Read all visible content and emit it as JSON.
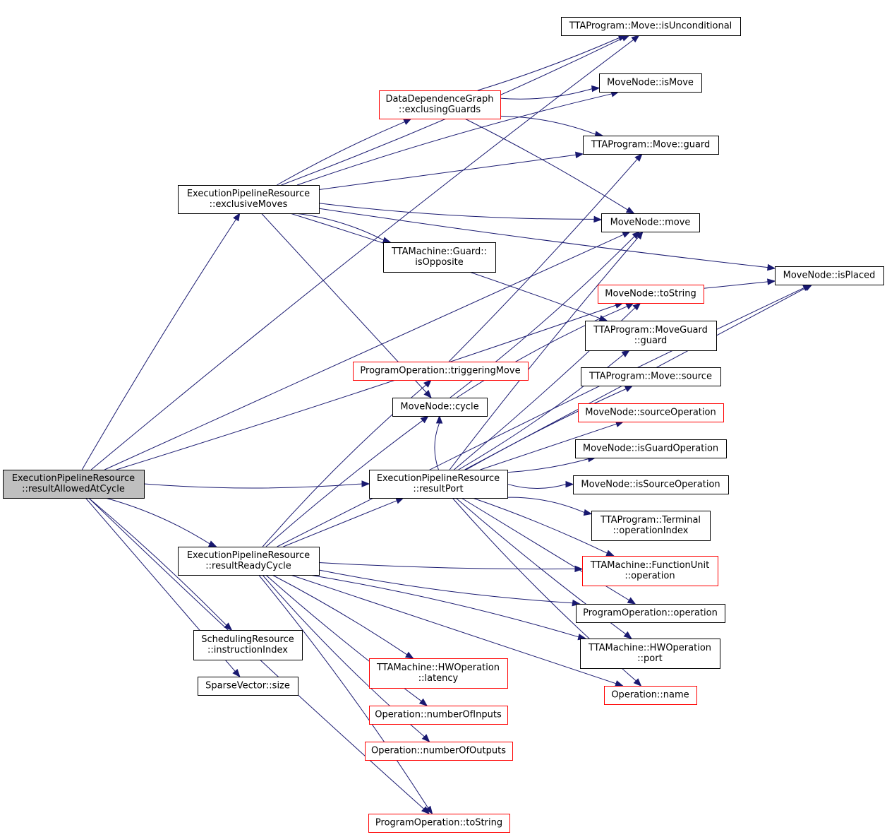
{
  "graph": {
    "colors": {
      "edge": "#191970",
      "root_fill": "#bfbfbf",
      "normal_border": "#000000",
      "truncated_border": "#ff0000"
    },
    "nodes": [
      {
        "id": "root",
        "lines": [
          "ExecutionPipelineResource",
          "::resultAllowedAtCycle"
        ],
        "style": "root"
      },
      {
        "id": "isUnconditional",
        "lines": [
          "TTAProgram::Move::isUnconditional"
        ],
        "style": "normal"
      },
      {
        "id": "isMove",
        "lines": [
          "MoveNode::isMove"
        ],
        "style": "normal"
      },
      {
        "id": "exclusingGuards",
        "lines": [
          "DataDependenceGraph",
          "::exclusingGuards"
        ],
        "style": "truncated"
      },
      {
        "id": "moveGuard",
        "lines": [
          "TTAProgram::Move::guard"
        ],
        "style": "normal"
      },
      {
        "id": "exclusiveMoves",
        "lines": [
          "ExecutionPipelineResource",
          "::exclusiveMoves"
        ],
        "style": "normal"
      },
      {
        "id": "isPlaced",
        "lines": [
          "MoveNode::isPlaced"
        ],
        "style": "normal"
      },
      {
        "id": "mnMove",
        "lines": [
          "MoveNode::move"
        ],
        "style": "normal"
      },
      {
        "id": "isOpposite",
        "lines": [
          "TTAMachine::Guard::",
          "isOpposite"
        ],
        "style": "normal"
      },
      {
        "id": "mnToString",
        "lines": [
          "MoveNode::toString"
        ],
        "style": "truncated"
      },
      {
        "id": "mgGuard",
        "lines": [
          "TTAProgram::MoveGuard",
          "::guard"
        ],
        "style": "normal"
      },
      {
        "id": "triggeringMove",
        "lines": [
          "ProgramOperation::triggeringMove"
        ],
        "style": "truncated"
      },
      {
        "id": "moveSource",
        "lines": [
          "TTAProgram::Move::source"
        ],
        "style": "normal"
      },
      {
        "id": "mnCycle",
        "lines": [
          "MoveNode::cycle"
        ],
        "style": "normal"
      },
      {
        "id": "sourceOperation",
        "lines": [
          "MoveNode::sourceOperation"
        ],
        "style": "truncated"
      },
      {
        "id": "isGuardOperation",
        "lines": [
          "MoveNode::isGuardOperation"
        ],
        "style": "normal"
      },
      {
        "id": "resultPort",
        "lines": [
          "ExecutionPipelineResource",
          "::resultPort"
        ],
        "style": "normal"
      },
      {
        "id": "isSourceOperation",
        "lines": [
          "MoveNode::isSourceOperation"
        ],
        "style": "normal"
      },
      {
        "id": "operationIndex",
        "lines": [
          "TTAProgram::Terminal",
          "::operationIndex"
        ],
        "style": "normal"
      },
      {
        "id": "resultReadyCycle",
        "lines": [
          "ExecutionPipelineResource",
          "::resultReadyCycle"
        ],
        "style": "normal"
      },
      {
        "id": "fuOperation",
        "lines": [
          "TTAMachine::FunctionUnit",
          "::operation"
        ],
        "style": "truncated"
      },
      {
        "id": "poOperation",
        "lines": [
          "ProgramOperation::operation"
        ],
        "style": "normal"
      },
      {
        "id": "hwPort",
        "lines": [
          "TTAMachine::HWOperation",
          "::port"
        ],
        "style": "normal"
      },
      {
        "id": "instructionIndex",
        "lines": [
          "SchedulingResource",
          "::instructionIndex"
        ],
        "style": "normal"
      },
      {
        "id": "hwLatency",
        "lines": [
          "TTAMachine::HWOperation",
          "::latency"
        ],
        "style": "truncated"
      },
      {
        "id": "svSize",
        "lines": [
          "SparseVector::size"
        ],
        "style": "normal"
      },
      {
        "id": "opName",
        "lines": [
          "Operation::name"
        ],
        "style": "truncated"
      },
      {
        "id": "numInputs",
        "lines": [
          "Operation::numberOfInputs"
        ],
        "style": "truncated"
      },
      {
        "id": "numOutputs",
        "lines": [
          "Operation::numberOfOutputs"
        ],
        "style": "truncated"
      },
      {
        "id": "poToString",
        "lines": [
          "ProgramOperation::toString"
        ],
        "style": "truncated"
      }
    ],
    "edges": [
      [
        "root",
        "isUnconditional"
      ],
      [
        "root",
        "exclusiveMoves"
      ],
      [
        "root",
        "mnMove"
      ],
      [
        "root",
        "mnToString"
      ],
      [
        "root",
        "resultPort"
      ],
      [
        "root",
        "resultReadyCycle"
      ],
      [
        "root",
        "instructionIndex"
      ],
      [
        "root",
        "svSize"
      ],
      [
        "root",
        "poToString"
      ],
      [
        "exclusiveMoves",
        "isUnconditional"
      ],
      [
        "exclusiveMoves",
        "isMove"
      ],
      [
        "exclusiveMoves",
        "exclusingGuards"
      ],
      [
        "exclusiveMoves",
        "moveGuard"
      ],
      [
        "exclusiveMoves",
        "isPlaced"
      ],
      [
        "exclusiveMoves",
        "mnMove"
      ],
      [
        "exclusiveMoves",
        "isOpposite"
      ],
      [
        "exclusiveMoves",
        "mgGuard"
      ],
      [
        "exclusiveMoves",
        "mnCycle"
      ],
      [
        "exclusingGuards",
        "isUnconditional"
      ],
      [
        "exclusingGuards",
        "isMove"
      ],
      [
        "exclusingGuards",
        "moveGuard"
      ],
      [
        "exclusingGuards",
        "mnMove"
      ],
      [
        "mnToString",
        "isPlaced"
      ],
      [
        "triggeringMove",
        "moveGuard"
      ],
      [
        "mnCycle",
        "mnMove"
      ],
      [
        "mnCycle",
        "mnToString"
      ],
      [
        "resultPort",
        "mnMove"
      ],
      [
        "resultPort",
        "isPlaced"
      ],
      [
        "resultPort",
        "mnToString"
      ],
      [
        "resultPort",
        "mgGuard"
      ],
      [
        "resultPort",
        "mnCycle"
      ],
      [
        "resultPort",
        "moveSource"
      ],
      [
        "resultPort",
        "sourceOperation"
      ],
      [
        "resultPort",
        "isGuardOperation"
      ],
      [
        "resultPort",
        "isSourceOperation"
      ],
      [
        "resultPort",
        "operationIndex"
      ],
      [
        "resultPort",
        "fuOperation"
      ],
      [
        "resultPort",
        "poOperation"
      ],
      [
        "resultPort",
        "hwPort"
      ],
      [
        "resultPort",
        "opName"
      ],
      [
        "resultReadyCycle",
        "triggeringMove"
      ],
      [
        "resultReadyCycle",
        "mnCycle"
      ],
      [
        "resultReadyCycle",
        "resultPort"
      ],
      [
        "resultReadyCycle",
        "fuOperation"
      ],
      [
        "resultReadyCycle",
        "poOperation"
      ],
      [
        "resultReadyCycle",
        "hwPort"
      ],
      [
        "resultReadyCycle",
        "hwLatency"
      ],
      [
        "resultReadyCycle",
        "opName"
      ],
      [
        "resultReadyCycle",
        "numInputs"
      ],
      [
        "resultReadyCycle",
        "numOutputs"
      ],
      [
        "resultReadyCycle",
        "poToString"
      ],
      [
        "resultReadyCycle",
        "isPlaced"
      ]
    ]
  }
}
